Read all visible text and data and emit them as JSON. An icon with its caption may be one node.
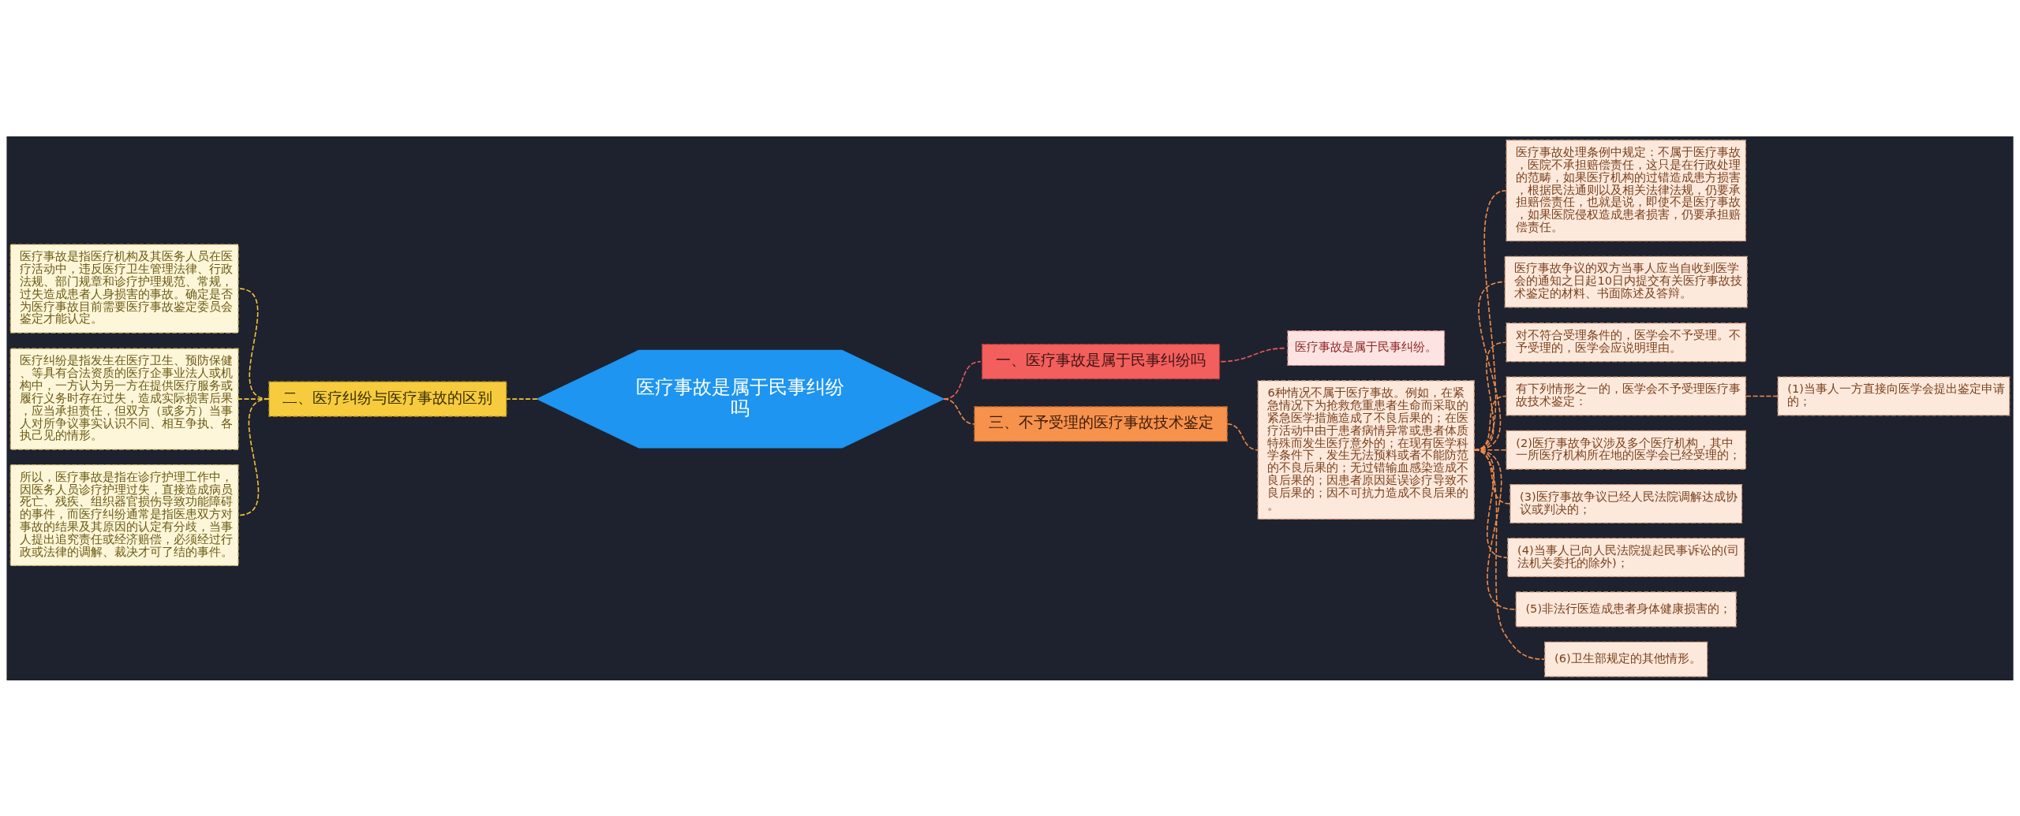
{
  "diagram": {
    "nodes": [
      {
        "text": [
          "医疗事故是属于民事纠纷吗"
        ]
      },
      {
        "text": [
          "一、医疗事故是属于民事纠纷吗"
        ]
      },
      {
        "text": [
          "医疗事故是属于民事纠纷。"
        ]
      },
      {
        "text": [
          "二、医疗纠纷与医疗事故的区别"
        ]
      },
      {
        "text": [
          "医疗事故是指医疗机构及其医务人员在医疗活动中，违反医疗卫生管理法律、行政法规、部门规章和诊疗护理规范、常规，过失造成患者人身损害的事故。确定是否为医疗事故目前需要医疗事故鉴定委员会鉴定才能认定。"
        ]
      },
      {
        "text": [
          "医疗纠纷是指发生在医疗卫生、预防保健、等具有合法资质的医疗企事业法人或机构中，一方认为另一方在提供医疗服务或履行义务时存在过失，造成实际损害后果，应当承担责任，但双方（或多方）当事人对所争议事实认识不同、相互争执、各执己见的情形。"
        ]
      },
      {
        "text": [
          "所以，医疗事故是指在诊疗护理工作中，因医务人员诊疗护理过失，直接造成病员死亡、残疾、组织器官损伤导致功能障碍的事件，而医疗纠纷通常是指医患双方对事故的结果及其原因的认定有分歧，当事人提出追究责任或经济赔偿，必须经过行政或法律的调解、裁决才可了结的事件。"
        ]
      },
      {
        "text": [
          "三、不予受理的医疗事故技术鉴定"
        ]
      },
      {
        "text": [
          "6种情况不属于医疗事故。例如，在紧急情况下为抢救危重患者生命而采取的紧急医学措施造成了不良后果的；在医疗活动中由于患者病情异常或患者体质特殊而发生医疗意外的；在现有医学科学条件下，发生无法预料或者不能防范的不良后果的；无过错输血感染造成不良后果的；因患者原因延误诊疗导致不良后果的；因不可抗力造成不良后果的。"
        ]
      },
      {
        "text": [
          "医疗事故处理条例中规定：不属于医疗事故，医院不承担赔偿责任，这只是在行政处理的范畴，如果医疗机构的过错造成患方损害，根据民法通则以及相关法律法规，仍要承担赔偿责任，也就是说，即使不是医疗事故，如果医院侵权造成患者损害，仍要承担赔偿责任。"
        ]
      },
      {
        "text": [
          "医疗事故争议的双方当事人应当自收到医学会的通知之日起10日内提交有关医疗事故技术鉴定的材料、书面陈述及答辩。"
        ]
      },
      {
        "text": [
          "对不符合受理条件的，医学会不予受理。不予受理的，医学会应说明理由。"
        ]
      },
      {
        "text": [
          "有下列情形之一的，医学会不予受理医疗事故技术鉴定："
        ]
      },
      {
        "text": [
          "(1)当事人一方直接向医学会提出鉴定申请的；"
        ]
      },
      {
        "text": [
          "(2)医疗事故争议涉及多个医疗机构，其中一所医疗机构所在地的医学会已经受理的；"
        ]
      },
      {
        "text": [
          "(3)医疗事故争议已经人民法院调解达成协议或判决的；"
        ]
      },
      {
        "text": [
          "(4)当事人已向人民法院提起民事诉讼的(司法机关委托的除外)；"
        ]
      },
      {
        "text": [
          "(5)非法行医造成患者身体健康损害的；"
        ]
      },
      {
        "text": [
          "(6)卫生部规定的其他情形。"
        ]
      }
    ],
    "edges": [
      {
        "from": 0,
        "to": 1,
        "arrow": "none",
        "style": "dashed",
        "color": "#f05a58"
      },
      {
        "from": 1,
        "to": 2,
        "arrow": "none",
        "style": "dashed",
        "color": "#f05a58"
      },
      {
        "from": 0,
        "to": 3,
        "arrow": "none",
        "style": "dashed",
        "color": "#f2c43a"
      },
      {
        "from": 3,
        "to": 4,
        "arrow": "none",
        "style": "dashed",
        "color": "#f2c43a"
      },
      {
        "from": 3,
        "to": 5,
        "arrow": "none",
        "style": "dashed",
        "color": "#f2c43a"
      },
      {
        "from": 3,
        "to": 6,
        "arrow": "none",
        "style": "dashed",
        "color": "#f2c43a"
      },
      {
        "from": 0,
        "to": 7,
        "arrow": "none",
        "style": "dashed"
      },
      {
        "from": 7,
        "to": 8,
        "arrow": "none",
        "style": "dashed"
      },
      {
        "from": 8,
        "to": 9,
        "arrow": "none",
        "style": "dashed"
      },
      {
        "from": 8,
        "to": 10,
        "arrow": "none",
        "style": "dashed"
      },
      {
        "from": 8,
        "to": 11,
        "arrow": "none",
        "style": "dashed"
      },
      {
        "from": 8,
        "to": 12,
        "arrow": "none",
        "style": "dashed"
      },
      {
        "from": 12,
        "to": 13,
        "arrow": "none",
        "style": "dashed"
      },
      {
        "from": 8,
        "to": 14,
        "arrow": "none",
        "style": "dashed"
      },
      {
        "from": 8,
        "to": 15,
        "arrow": "none",
        "style": "dashed"
      },
      {
        "from": 8,
        "to": 16,
        "arrow": "none",
        "style": "dashed"
      },
      {
        "from": 8,
        "to": 17,
        "arrow": "none",
        "style": "dashed"
      },
      {
        "from": 8,
        "to": 18,
        "arrow": "none",
        "style": "dashed"
      }
    ]
  }
}
